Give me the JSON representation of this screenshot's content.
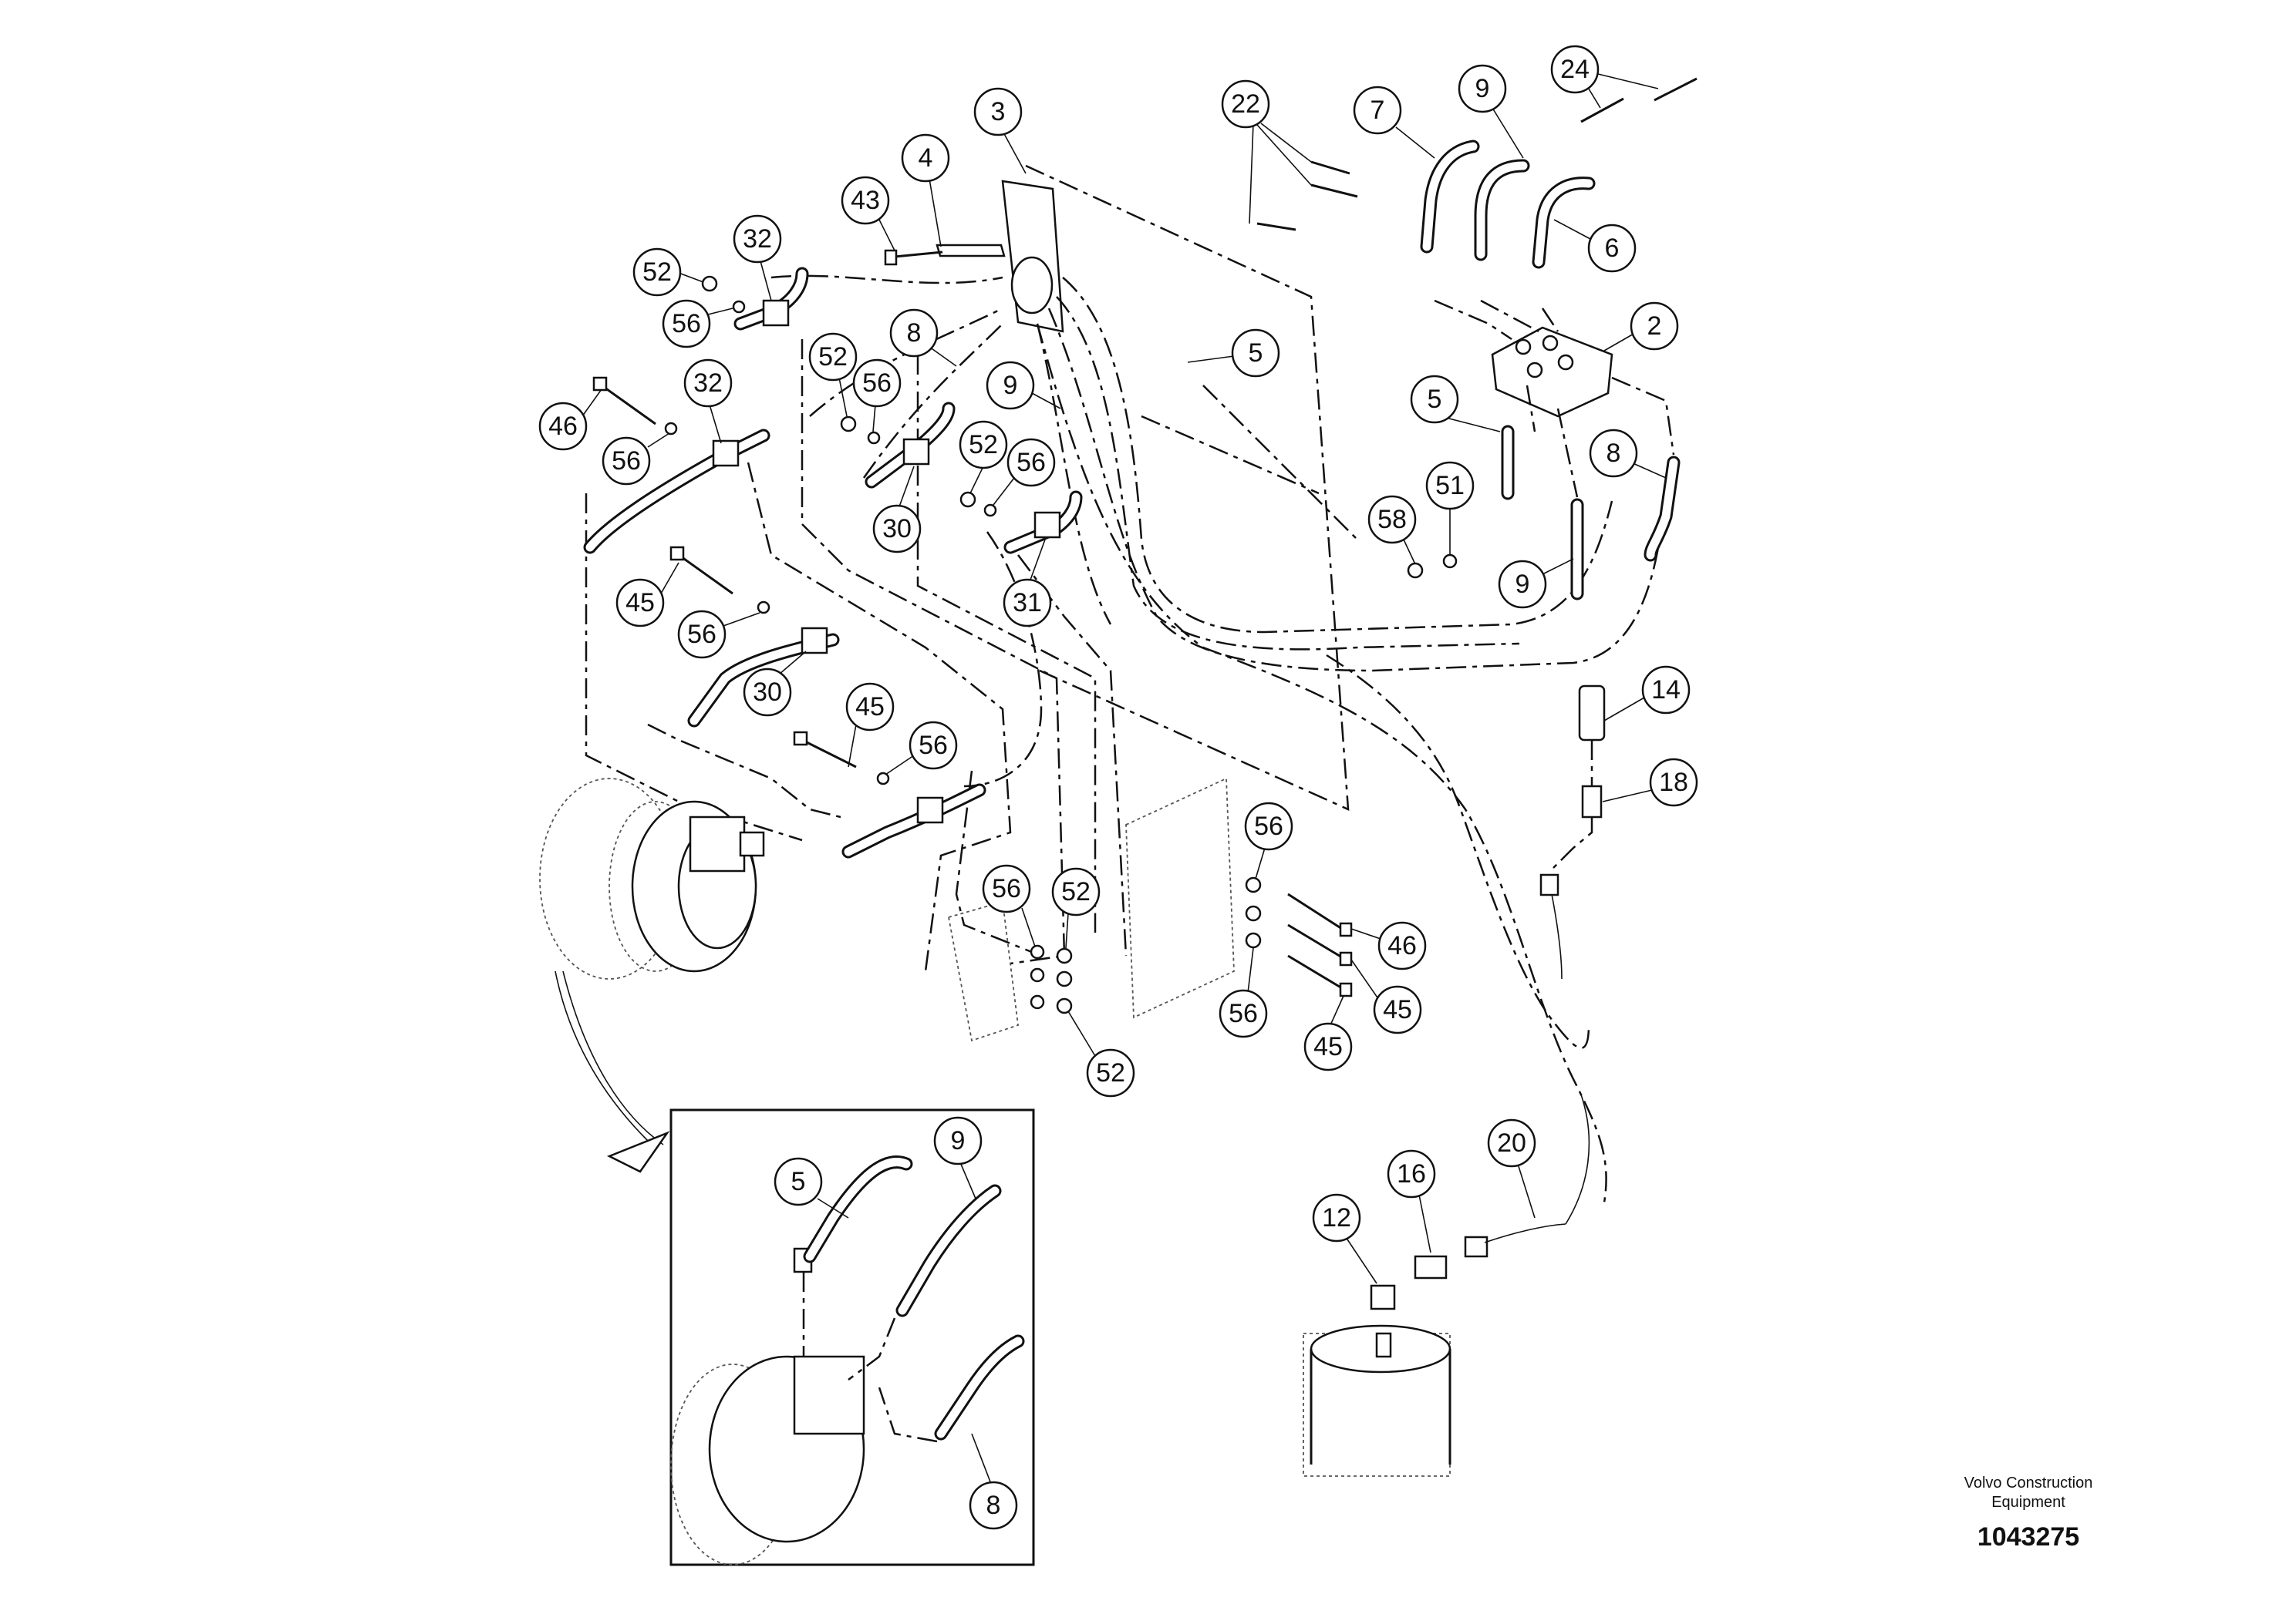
{
  "callouts": [
    "3",
    "4",
    "43",
    "32",
    "52",
    "56",
    "8",
    "52",
    "56",
    "9",
    "5",
    "22",
    "7",
    "9",
    "24",
    "6",
    "2",
    "5",
    "8",
    "51",
    "58",
    "9",
    "46",
    "32",
    "56",
    "52",
    "56",
    "30",
    "31",
    "45",
    "56",
    "30",
    "45",
    "56",
    "14",
    "18",
    "56",
    "52",
    "56",
    "52",
    "46",
    "45",
    "56",
    "45",
    "5",
    "9",
    "8",
    "20",
    "16",
    "12"
  ],
  "brand": {
    "line1": "Volvo Construction",
    "line2": "Equipment",
    "drawing_number": "1043275"
  }
}
